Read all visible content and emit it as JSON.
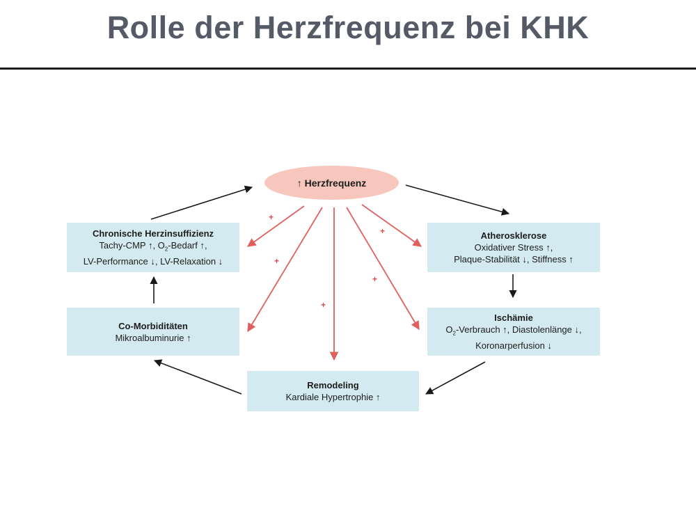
{
  "slide": {
    "title": "Rolle der Herzfrequenz bei KHK"
  },
  "diagram": {
    "center": {
      "arrow": "↑",
      "label": "Herzfrequenz"
    },
    "boxes": {
      "herzinsuffizienz": {
        "title": "Chronische Herzinsuffizienz",
        "line1_pre": "Tachy-CMP ↑, O",
        "line1_sub": "2",
        "line1_post": "-Bedarf ↑,",
        "line2": "LV-Performance ↓, LV-Relaxation ↓"
      },
      "atherosklerose": {
        "title": "Atherosklerose",
        "line1": "Oxidativer Stress ↑,",
        "line2": "Plaque-Stabilität ↓, Stiffness ↑"
      },
      "komorbiditaeten": {
        "title": "Co-Morbiditäten",
        "line1": "Mikroalbuminurie ↑"
      },
      "ischaemie": {
        "title": "Ischämie",
        "line1_pre": "O",
        "line1_sub": "2",
        "line1_post": "-Verbrauch ↑, Diastolenlänge ↓,",
        "line2": "Koronarperfusion ↓"
      },
      "remodeling": {
        "title": "Remodeling",
        "line1": "Kardiale Hypertrophie ↑"
      }
    },
    "plus_sign": "+",
    "colors": {
      "box_fill": "#d4eaf1",
      "ellipse_fill": "#f7c6bc",
      "red_arrow": "#e06060",
      "black_arrow": "#1a1a1a",
      "title_text": "#555a66"
    }
  }
}
